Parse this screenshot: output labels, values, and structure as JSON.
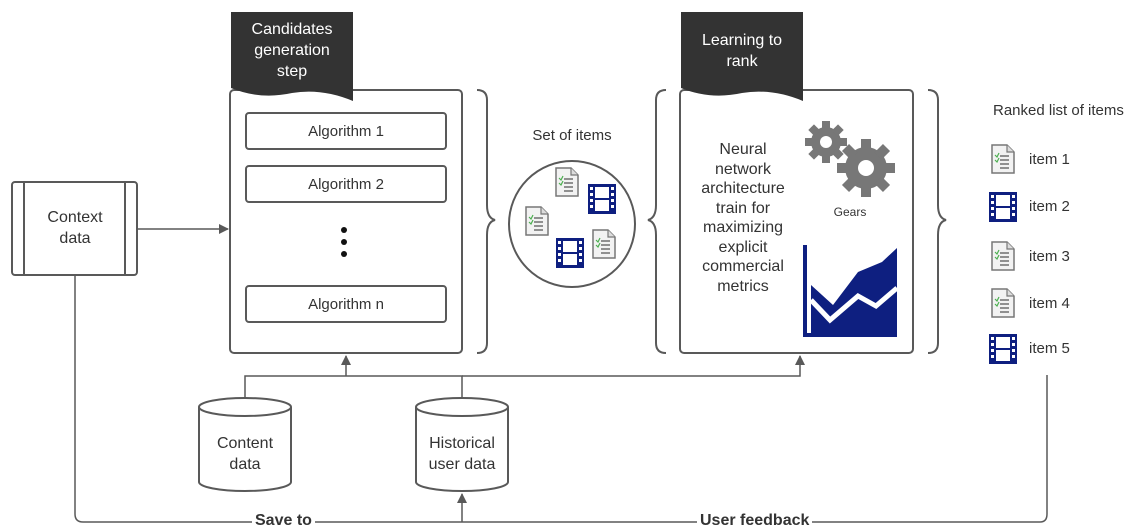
{
  "candidates_tab": "Candidates generation step",
  "ltr_tab": "Learning to rank",
  "context": "Context data",
  "algorithms": [
    "Algorithm 1",
    "Algorithm 2",
    "Algorithm n"
  ],
  "set_of_items": "Set of items",
  "nn_text": "Neural network architecture train for maximizing explicit commercial metrics",
  "gears_label": "Gears",
  "ranked_title": "Ranked list of items",
  "ranked_items": [
    {
      "label": "item 1",
      "icon": "document-icon"
    },
    {
      "label": "item 2",
      "icon": "film-icon"
    },
    {
      "label": "item 3",
      "icon": "document-icon"
    },
    {
      "label": "item 4",
      "icon": "document-icon"
    },
    {
      "label": "item 5",
      "icon": "film-icon"
    }
  ],
  "content_db": "Content data",
  "history_db": "Historical user data",
  "save_to": "Save to",
  "user_feedback": "User feedback",
  "colors": {
    "dark": "#333333",
    "navy": "#0e1f80",
    "line": "#595959",
    "gear": "#777777"
  }
}
